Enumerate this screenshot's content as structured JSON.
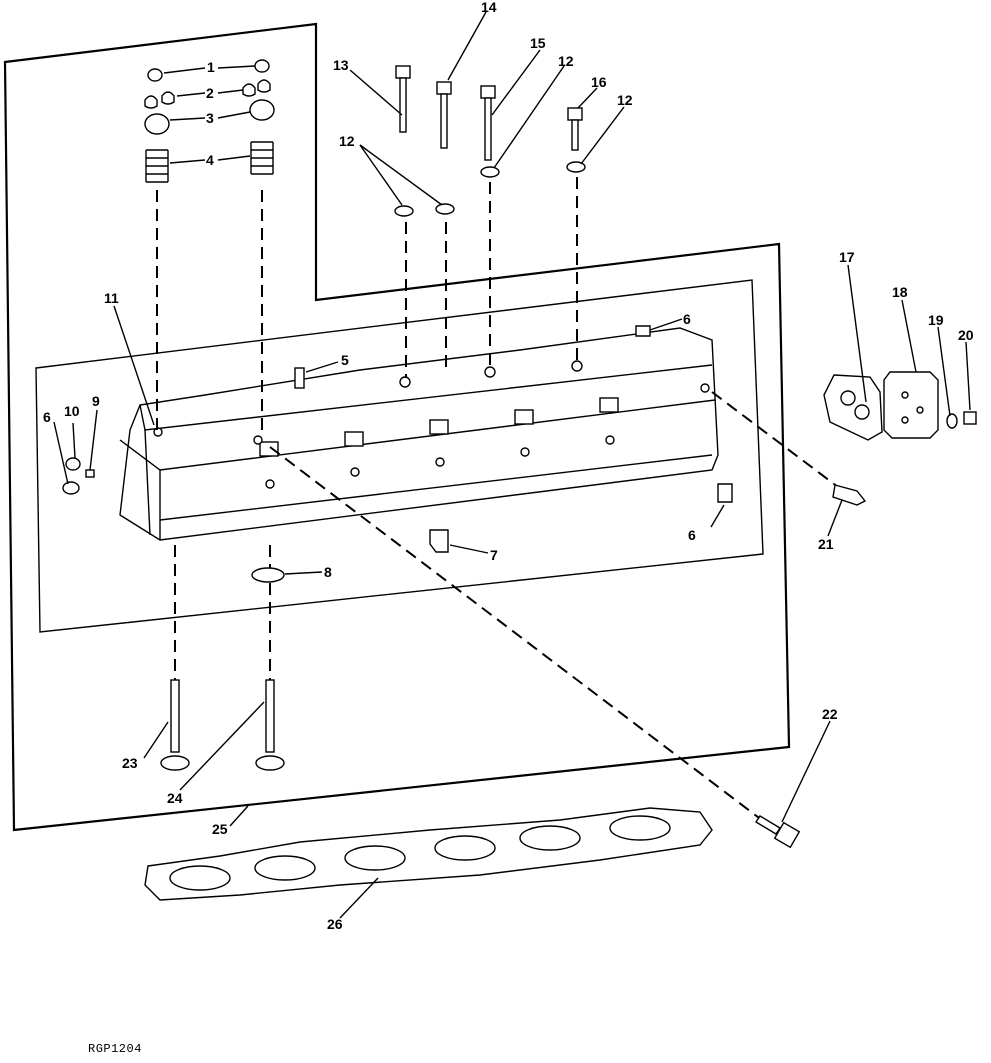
{
  "diagram": {
    "reference_code": "RGP1204",
    "callouts": [
      {
        "id": "c1",
        "label": "1"
      },
      {
        "id": "c2",
        "label": "2"
      },
      {
        "id": "c3",
        "label": "3"
      },
      {
        "id": "c4",
        "label": "4"
      },
      {
        "id": "c5",
        "label": "5"
      },
      {
        "id": "c6a",
        "label": "6"
      },
      {
        "id": "c6b",
        "label": "6"
      },
      {
        "id": "c6c",
        "label": "6"
      },
      {
        "id": "c7",
        "label": "7"
      },
      {
        "id": "c8",
        "label": "8"
      },
      {
        "id": "c9",
        "label": "9"
      },
      {
        "id": "c10",
        "label": "10"
      },
      {
        "id": "c11",
        "label": "11"
      },
      {
        "id": "c12a",
        "label": "12"
      },
      {
        "id": "c12b",
        "label": "12"
      },
      {
        "id": "c12c",
        "label": "12"
      },
      {
        "id": "c13",
        "label": "13"
      },
      {
        "id": "c14",
        "label": "14"
      },
      {
        "id": "c15",
        "label": "15"
      },
      {
        "id": "c16",
        "label": "16"
      },
      {
        "id": "c17",
        "label": "17"
      },
      {
        "id": "c18",
        "label": "18"
      },
      {
        "id": "c19",
        "label": "19"
      },
      {
        "id": "c20",
        "label": "20"
      },
      {
        "id": "c21",
        "label": "21"
      },
      {
        "id": "c22",
        "label": "22"
      },
      {
        "id": "c23",
        "label": "23"
      },
      {
        "id": "c24",
        "label": "24"
      },
      {
        "id": "c25",
        "label": "25"
      },
      {
        "id": "c26",
        "label": "26"
      }
    ]
  }
}
